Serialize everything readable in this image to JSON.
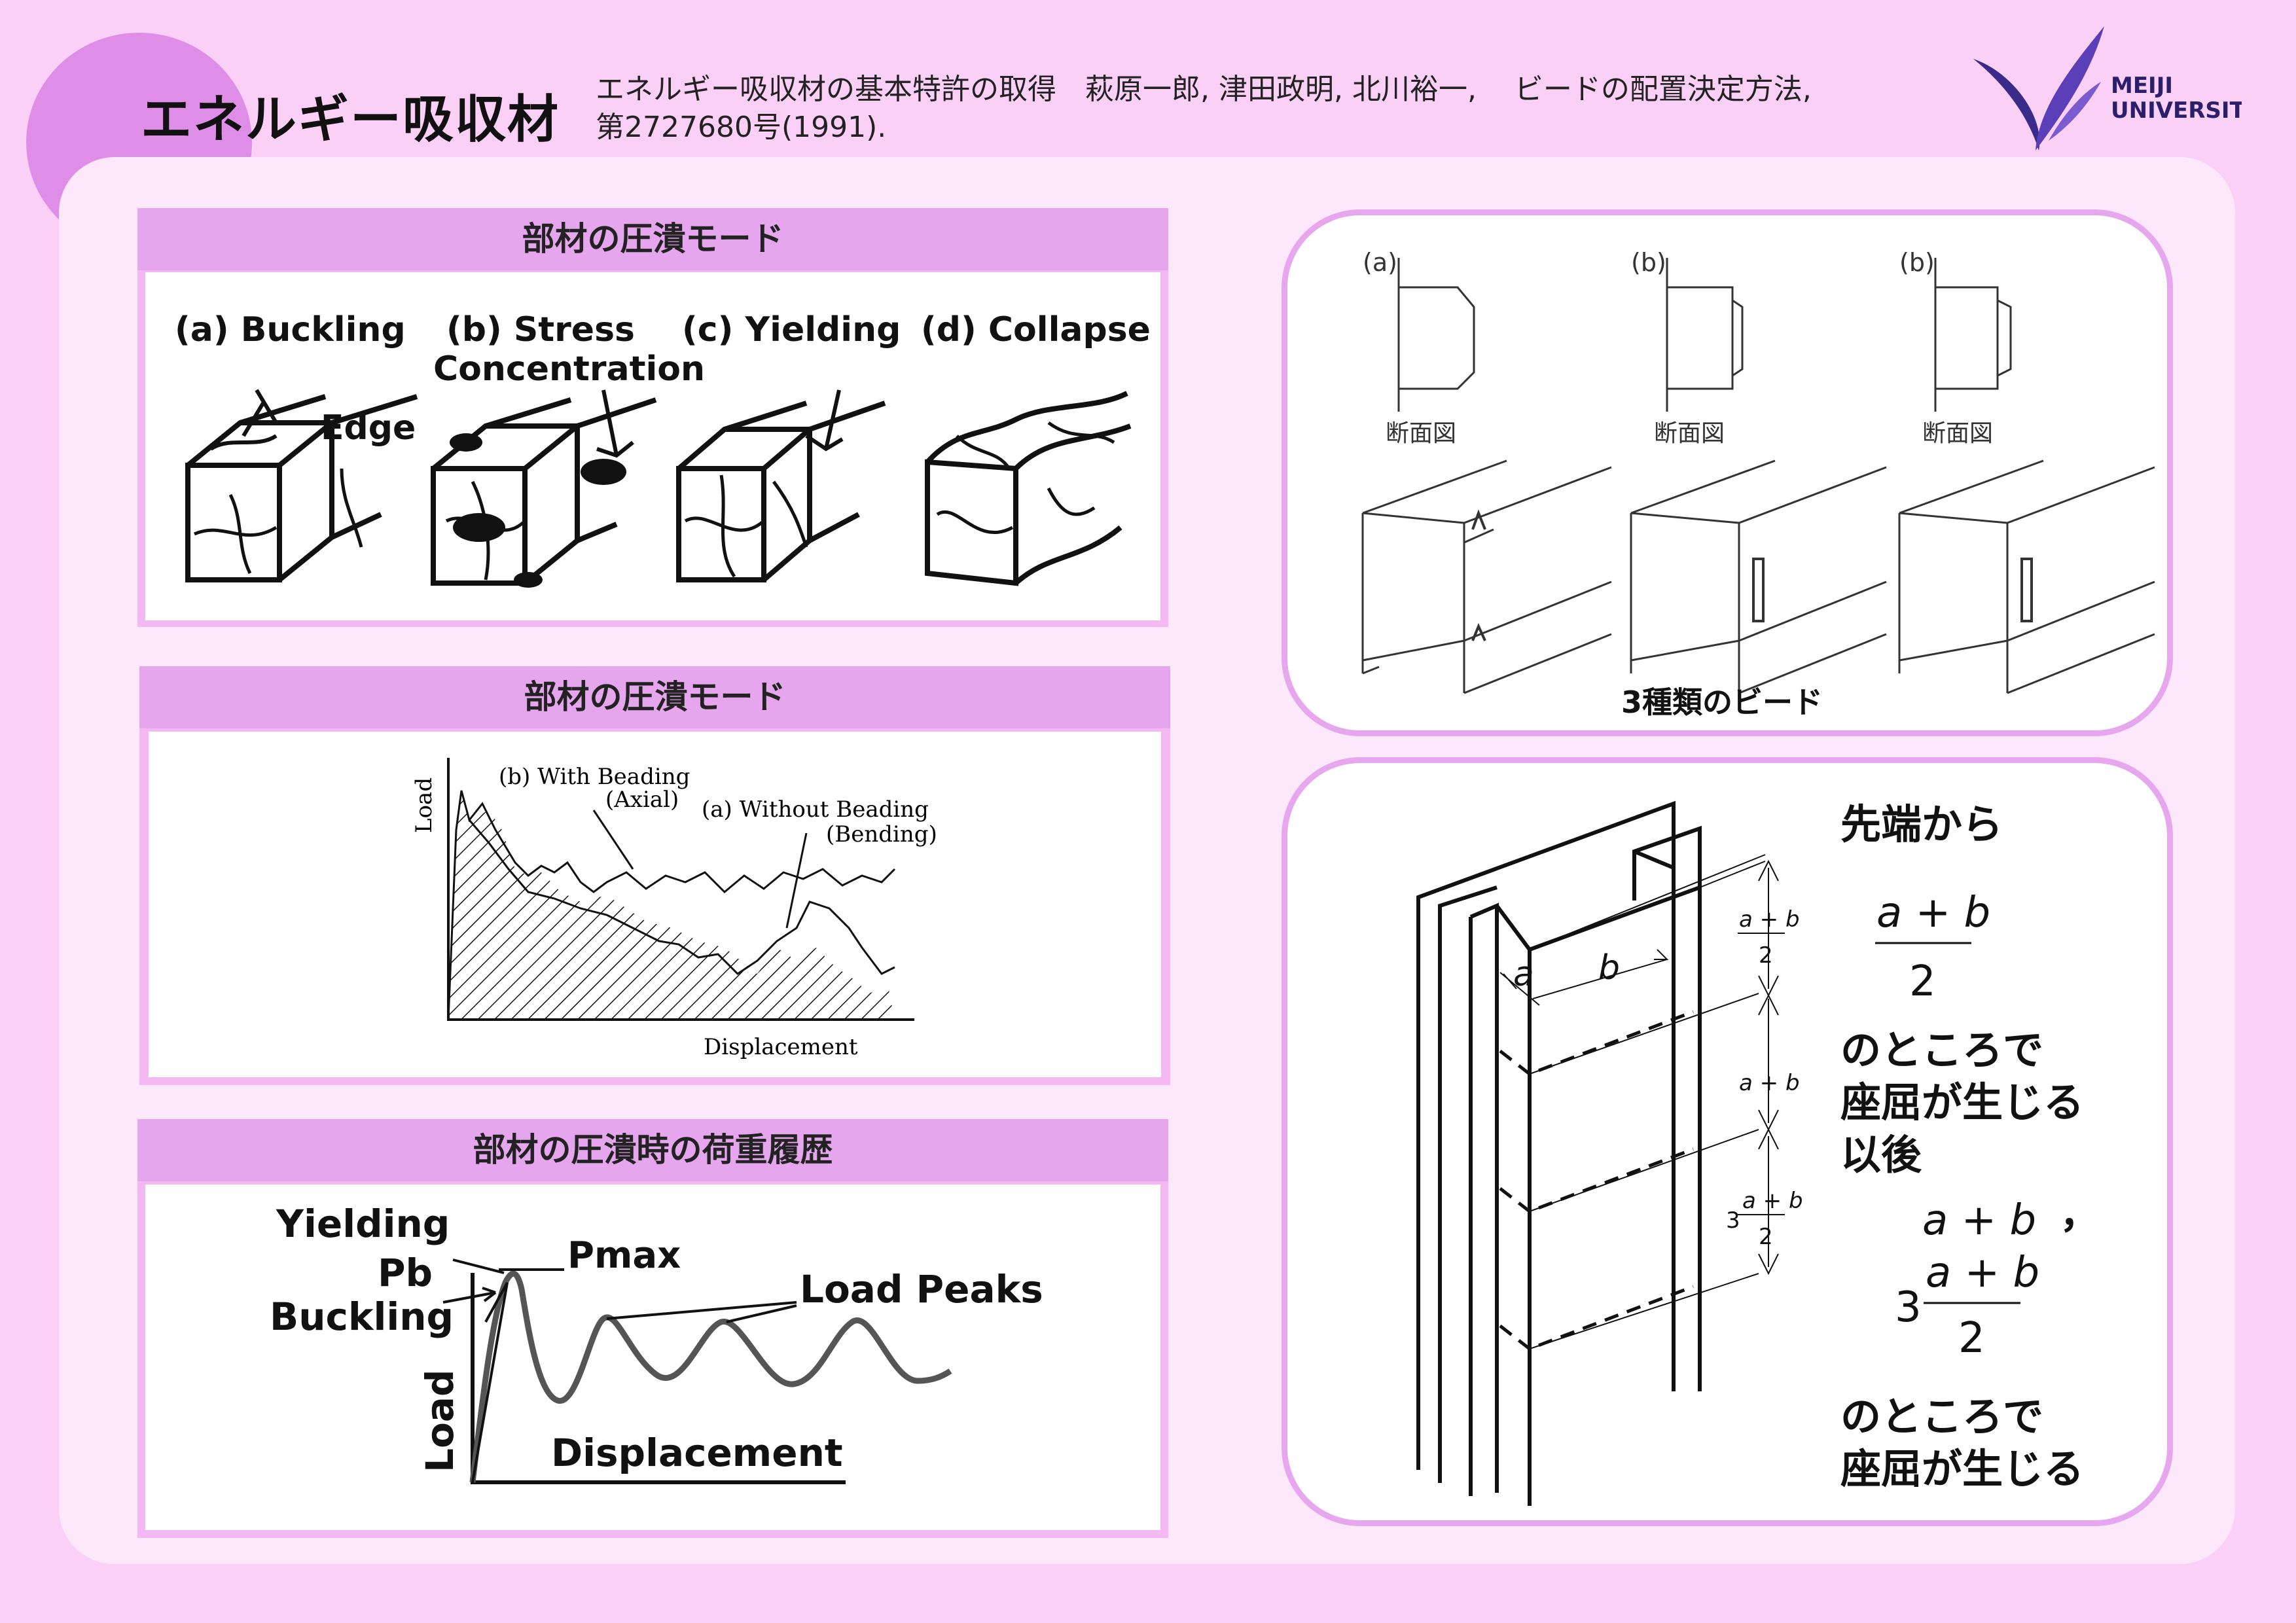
{
  "header": {
    "title": "エネルギー吸収材",
    "citation_line1": "エネルギー吸収材の基本特許の取得　萩原一郎, 津田政明, 北川裕一,　 ビードの配置決定方法,",
    "citation_line2": "第2727680号(1991).",
    "logo_line1": "MEIJI",
    "logo_line2": "UNIVERSITY"
  },
  "panel1": {
    "title": "部材の圧潰モード",
    "labels": {
      "a": "(a) Buckling",
      "b1": "(b) Stress",
      "b2": "Concentration",
      "c": "(c) Yielding",
      "d": "(d) Collapse",
      "edge": "Edge"
    }
  },
  "panel2": {
    "title": "部材の圧潰モード",
    "ylabel": "Load",
    "xlabel": "Displacement",
    "series_b_1": "(b) With Beading",
    "series_b_2": "(Axial)",
    "series_a_1": "(a) Without Beading",
    "series_a_2": "(Bending)"
  },
  "panel3": {
    "title": "部材の圧潰時の荷重履歴",
    "yielding": "Yielding",
    "pb": "Pb",
    "buckling": "Buckling",
    "pmax": "Pmax",
    "load_peaks": "Load Peaks",
    "ylabel": "Load",
    "xlabel": "Displacement"
  },
  "panel4": {
    "labels": [
      "(a)",
      "(b)",
      "(b)"
    ],
    "section_label": "断面図",
    "caption": "3種類のビード"
  },
  "panel5": {
    "dim_a": "a",
    "dim_b": "b",
    "frac_num": "a + b",
    "frac_den": "2",
    "coef": "3",
    "text_line1": "先端から",
    "text_line2": "のところで",
    "text_line3": "座屈が生じる",
    "text_line4": "以後",
    "text_comma": "，",
    "text_line5": "のところで",
    "text_line6": "座屈が生じる"
  }
}
